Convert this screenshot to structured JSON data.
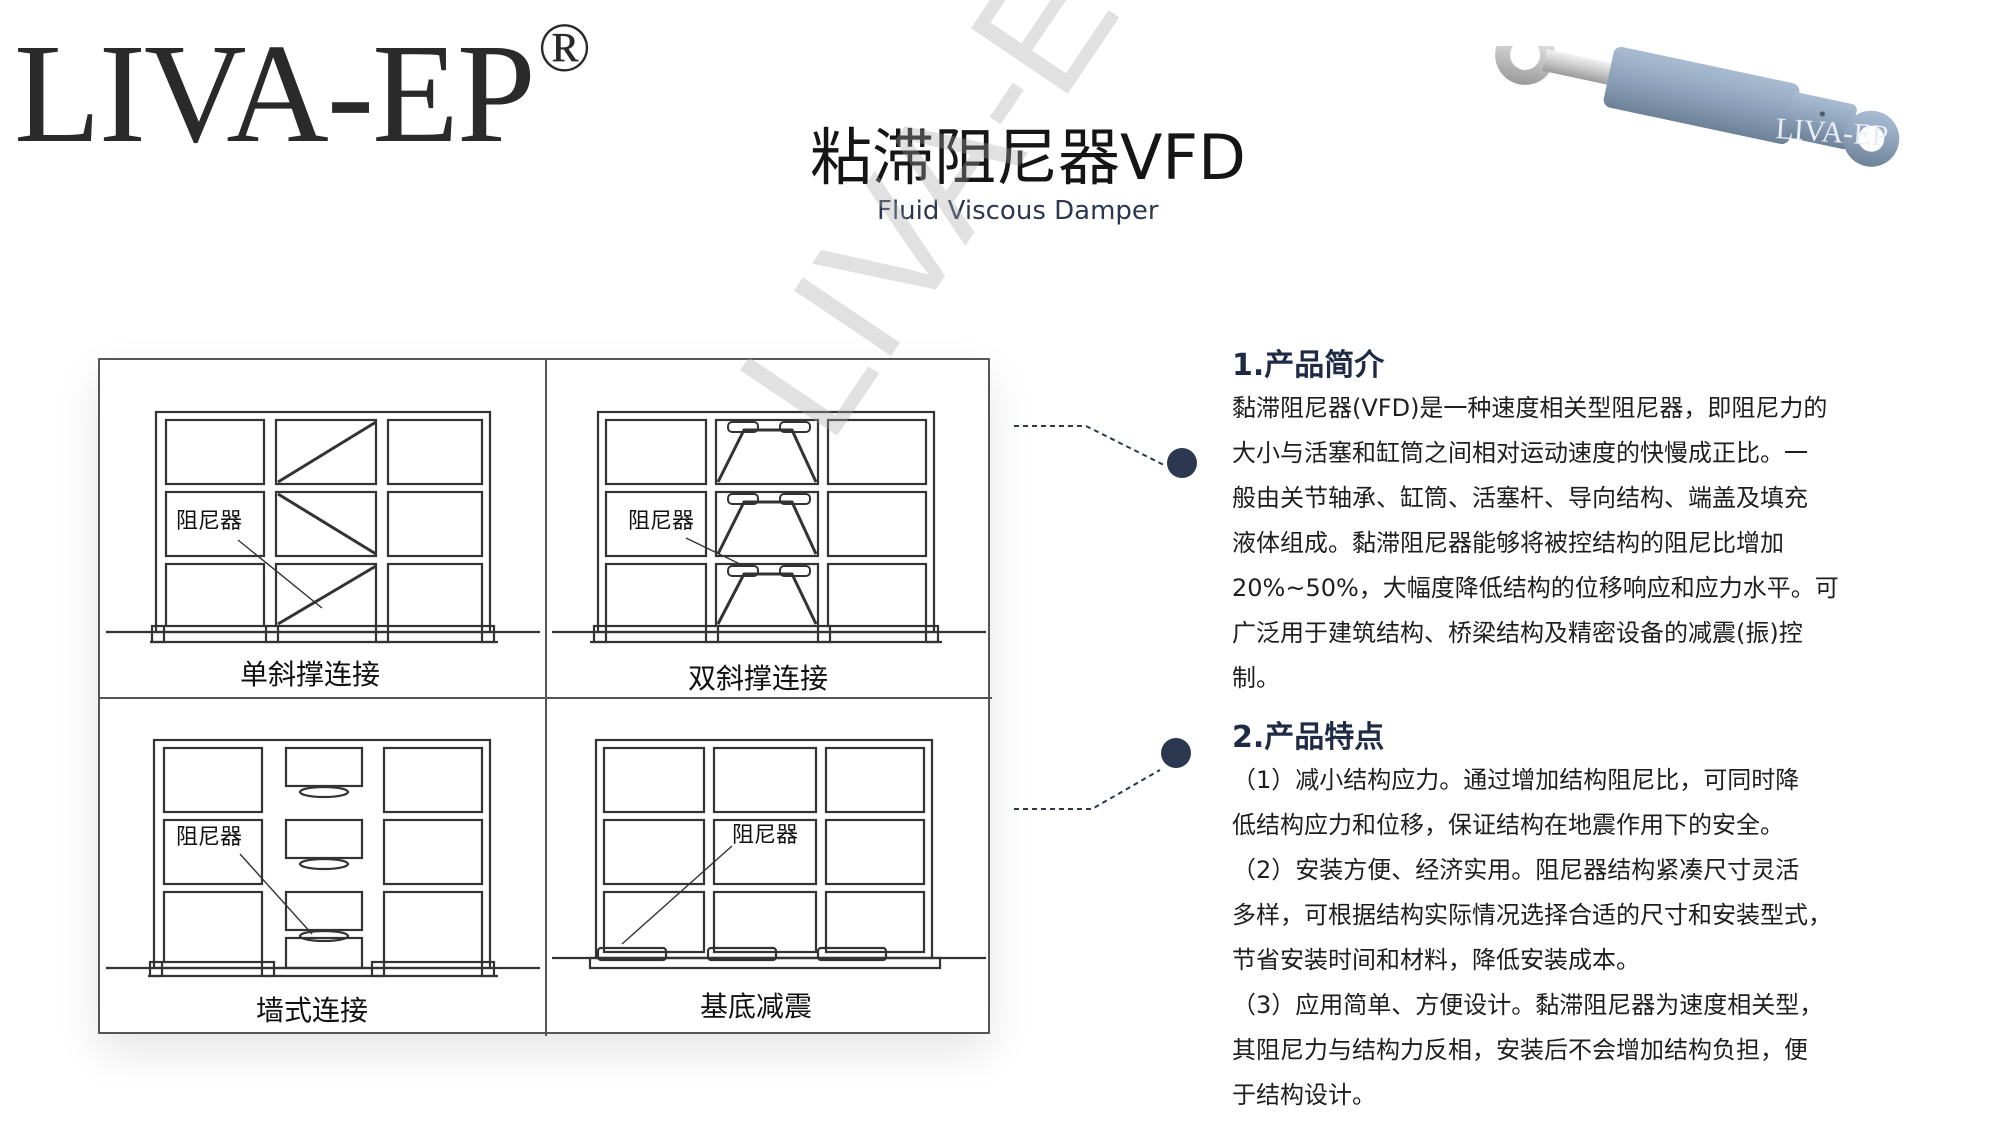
{
  "brand": {
    "name": "LIVA-EP",
    "mark": "®"
  },
  "title": {
    "main": "粘滞阻尼器VFD",
    "sub": "Fluid Viscous Damper"
  },
  "watermark": "LIVA-EP",
  "photo_label": "LIVA-EP",
  "diagrams": {
    "damper_label": "阻尼器",
    "single_brace": "单斜撑连接",
    "double_brace": "双斜撑连接",
    "wall": "墙式连接",
    "base": "基底减震"
  },
  "intro": {
    "heading": "1.产品简介",
    "lines": [
      "黏滞阻尼器(VFD)是一种速度相关型阻尼器，即阻尼力的",
      "大小与活塞和缸筒之间相对运动速度的快慢成正比。一",
      "般由关节轴承、缸筒、活塞杆、导向结构、端盖及填充",
      "液体组成。黏滞阻尼器能够将被控结构的阻尼比增加",
      "20%~50%，大幅度降低结构的位移响应和应力水平。可",
      "广泛用于建筑结构、桥梁结构及精密设备的减震(振)控",
      "制。"
    ]
  },
  "features": {
    "heading": "2.产品特点",
    "lines": [
      "（1）减小结构应力。通过增加结构阻尼比，可同时降",
      "低结构应力和位移，保证结构在地震作用下的安全。",
      "（2）安装方便、经济实用。阻尼器结构紧凑尺寸灵活",
      "多样，可根据结构实际情况选择合适的尺寸和安装型式，",
      "节省安装时间和材料，降低安装成本。",
      "（3）应用简单、方便设计。黏滞阻尼器为速度相关型，",
      "其阻尼力与结构力反相，安装后不会增加结构负担，便",
      "于结构设计。"
    ]
  },
  "colors": {
    "accent": "#2c3850",
    "dot": "#2c3850",
    "damper_body": "#8fa4bc"
  }
}
